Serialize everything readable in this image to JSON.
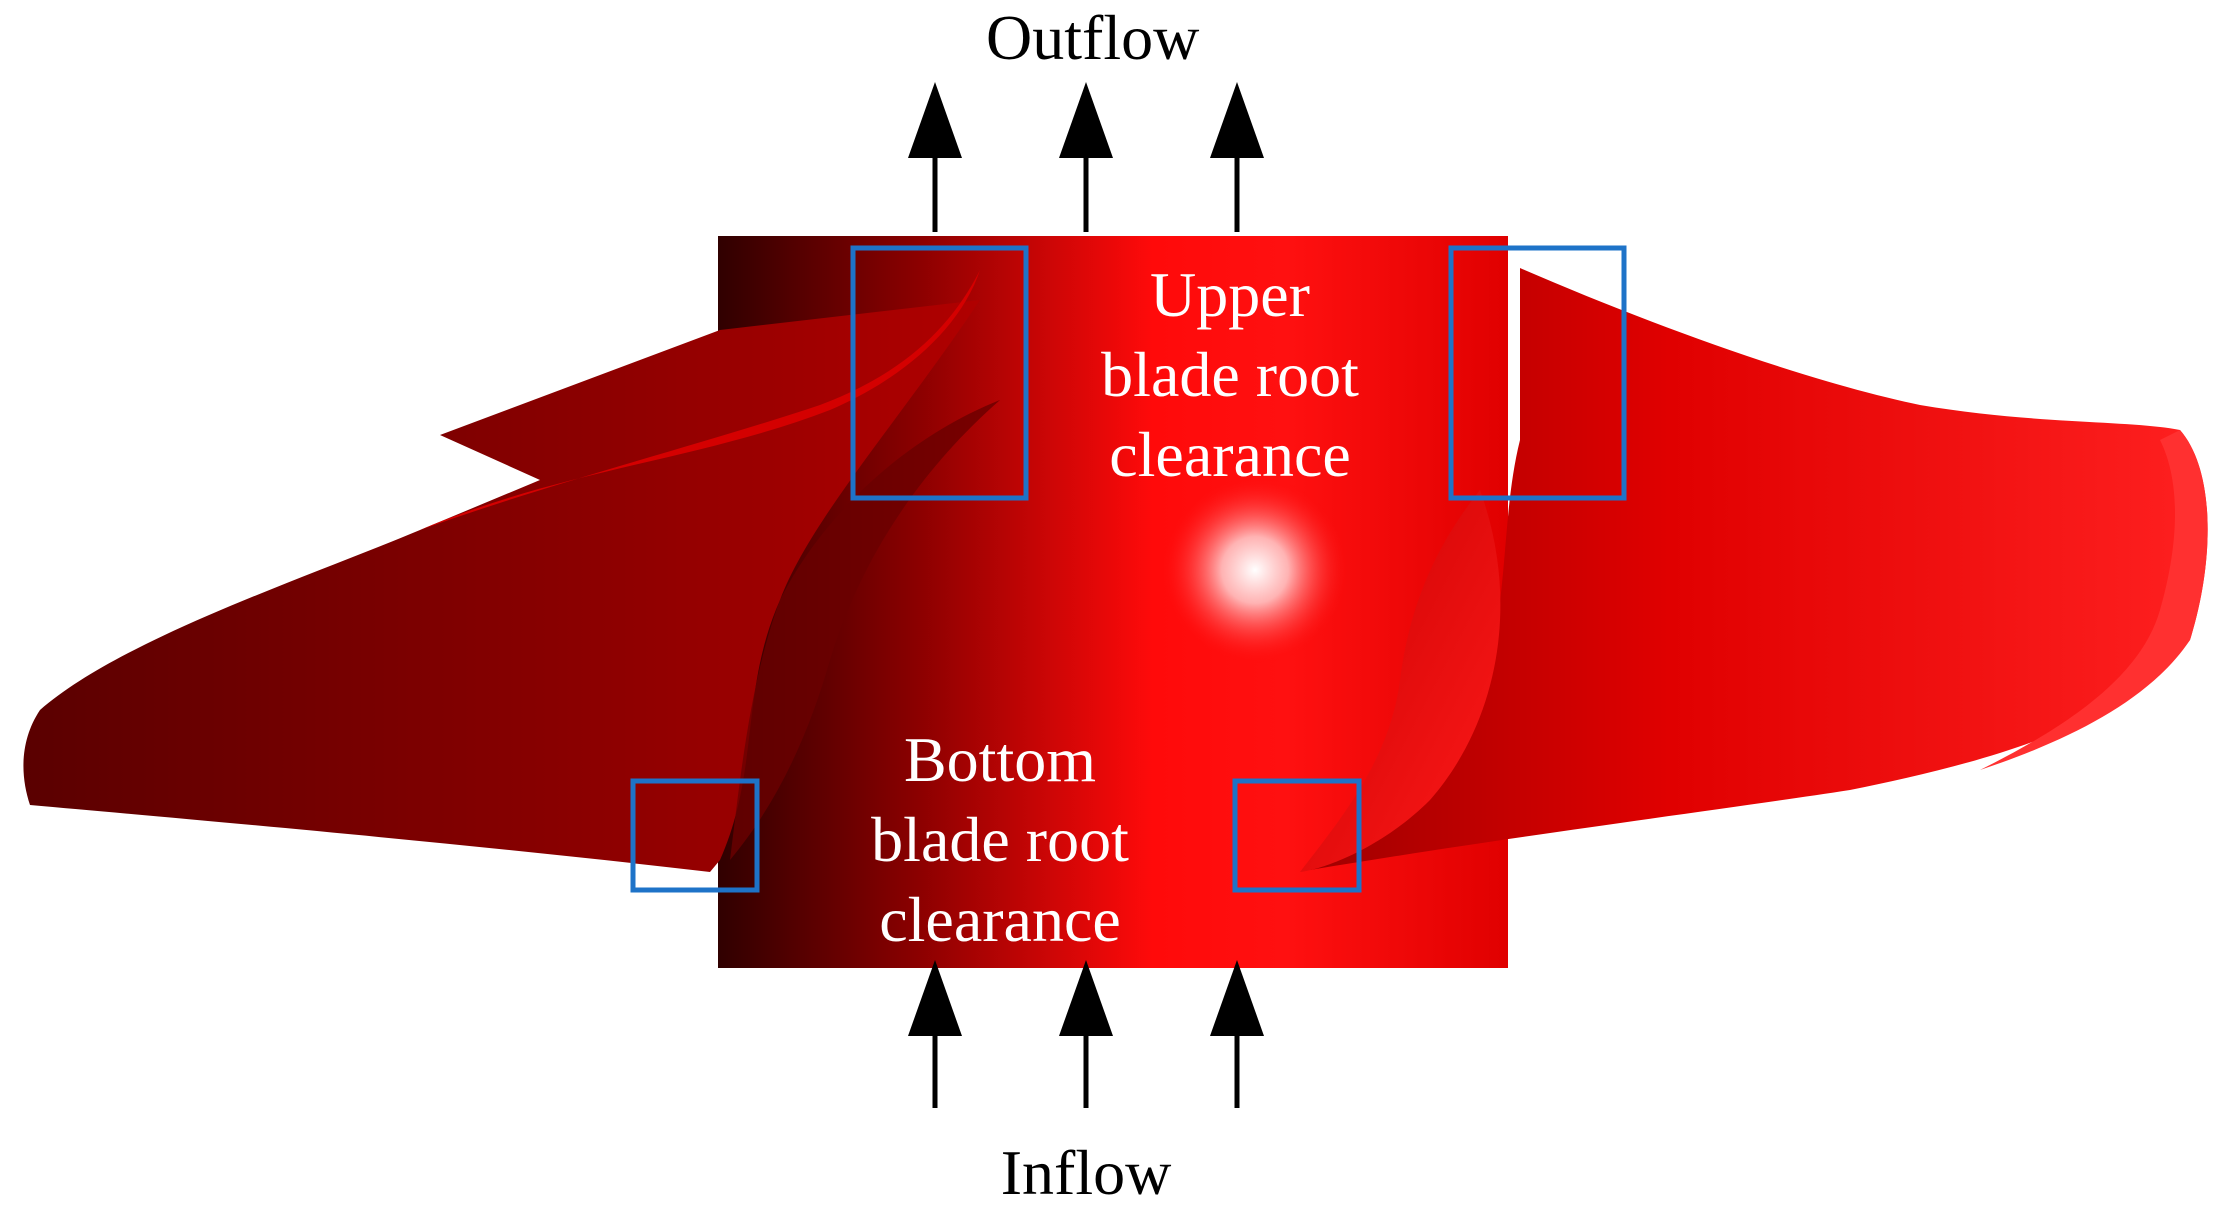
{
  "labels": {
    "outflow": "Outflow",
    "inflow": "Inflow",
    "upper": [
      "Upper",
      "blade root",
      "clearance"
    ],
    "bottom": [
      "Bottom",
      "blade root",
      "clearance"
    ]
  },
  "colors": {
    "impeller_dark": "#3a0000",
    "impeller_red": "#ff0000",
    "highlight_box": "#1e73c8",
    "arrow": "#000000",
    "label_light": "#ffffff",
    "label_dark": "#000000"
  }
}
